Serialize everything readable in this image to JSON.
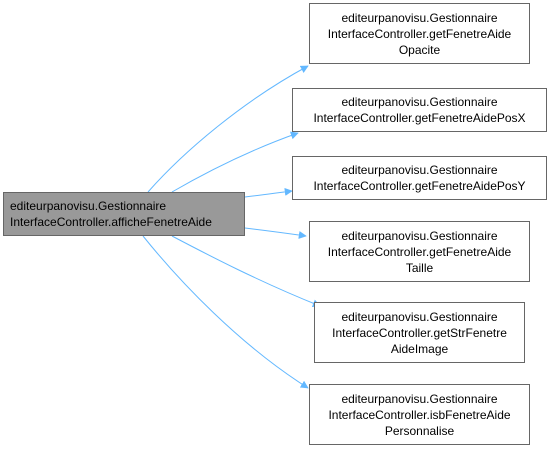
{
  "graph": {
    "source": {
      "line1": "editeurpanovisu.Gestionnaire",
      "line2": "InterfaceController.afficheFenetreAide"
    },
    "targets": [
      {
        "line1": "editeurpanovisu.Gestionnaire",
        "line2": "InterfaceController.getFenetreAide",
        "line3": "Opacite"
      },
      {
        "line1": "editeurpanovisu.Gestionnaire",
        "line2": "InterfaceController.getFenetreAidePosX",
        "line3": ""
      },
      {
        "line1": "editeurpanovisu.Gestionnaire",
        "line2": "InterfaceController.getFenetreAidePosY",
        "line3": ""
      },
      {
        "line1": "editeurpanovisu.Gestionnaire",
        "line2": "InterfaceController.getFenetreAide",
        "line3": "Taille"
      },
      {
        "line1": "editeurpanovisu.Gestionnaire",
        "line2": "InterfaceController.getStrFenetre",
        "line3": "AideImage"
      },
      {
        "line1": "editeurpanovisu.Gestionnaire",
        "line2": "InterfaceController.isbFenetreAide",
        "line3": "Personnalise"
      }
    ],
    "edge_color": "#63b8ff"
  }
}
